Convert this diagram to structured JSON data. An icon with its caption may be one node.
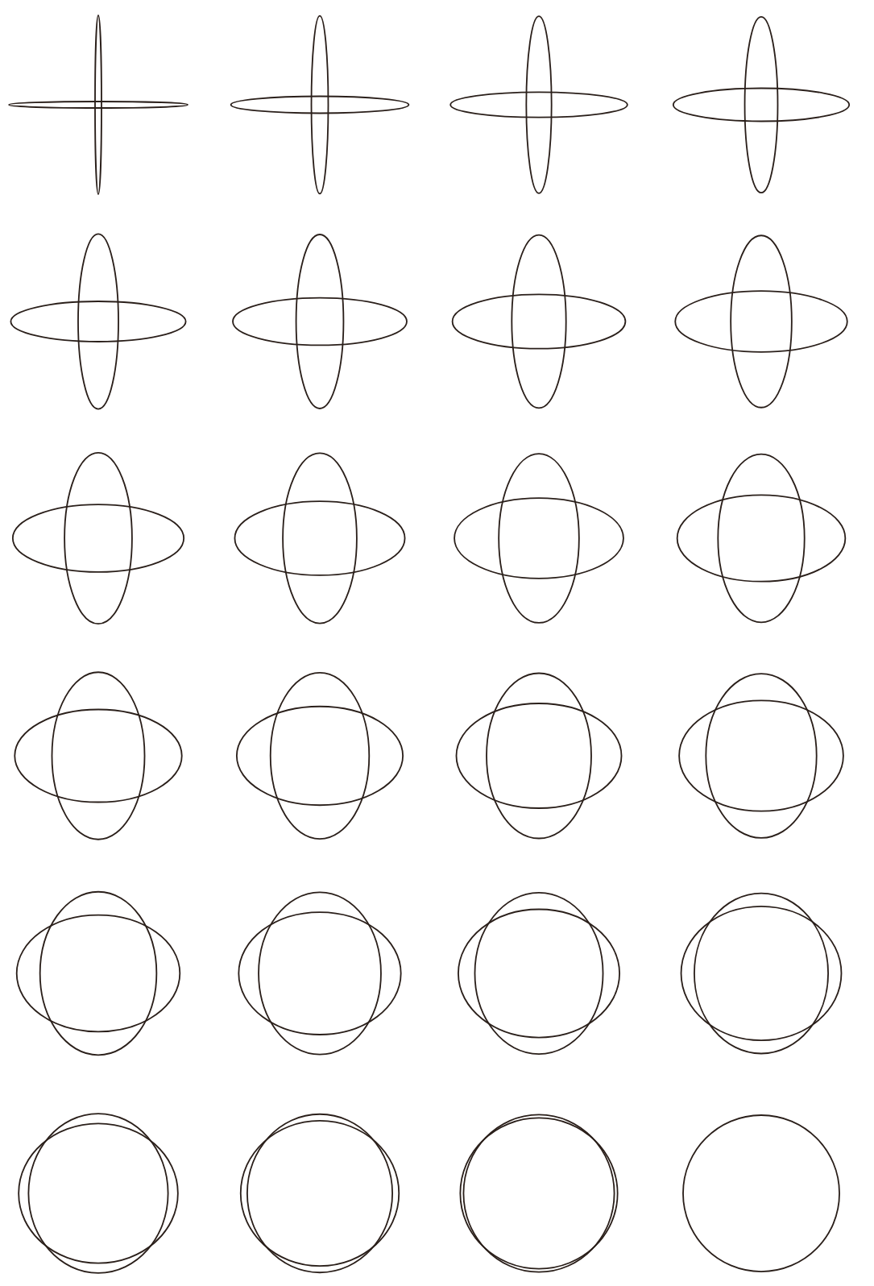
{
  "diagram": {
    "nodes": [
      {
        "text": [],
        "shape": "ellipse"
      },
      {
        "text": [],
        "shape": "ellipse"
      },
      {
        "text": [],
        "shape": "ellipse"
      },
      {
        "text": [],
        "shape": "ellipse"
      },
      {
        "text": [],
        "shape": "ellipse"
      },
      {
        "text": [],
        "shape": "ellipse"
      },
      {
        "text": [],
        "shape": "ellipse"
      },
      {
        "text": [],
        "shape": "ellipse"
      },
      {
        "text": [],
        "shape": "ellipse"
      },
      {
        "text": [],
        "shape": "ellipse"
      },
      {
        "text": [],
        "shape": "ellipse"
      },
      {
        "text": [],
        "shape": "ellipse"
      },
      {
        "text": [],
        "shape": "ellipse"
      },
      {
        "text": [],
        "shape": "ellipse"
      },
      {
        "text": [],
        "shape": "ellipse"
      },
      {
        "text": [],
        "shape": "ellipse"
      },
      {
        "text": [],
        "shape": "ellipse"
      },
      {
        "text": [],
        "shape": "ellipse"
      },
      {
        "text": [],
        "shape": "ellipse"
      },
      {
        "text": [],
        "shape": "ellipse"
      },
      {
        "text": [],
        "shape": "ellipse"
      },
      {
        "text": [],
        "shape": "ellipse"
      },
      {
        "text": [],
        "shape": "ellipse"
      },
      {
        "text": [],
        "shape": "ellipse"
      },
      {
        "text": [],
        "shape": "ellipse"
      },
      {
        "text": [],
        "shape": "ellipse"
      },
      {
        "text": [],
        "shape": "ellipse"
      },
      {
        "text": [],
        "shape": "ellipse"
      },
      {
        "text": [],
        "shape": "ellipse"
      },
      {
        "text": [],
        "shape": "ellipse"
      },
      {
        "text": [],
        "shape": "ellipse"
      },
      {
        "text": [],
        "shape": "ellipse"
      },
      {
        "text": [],
        "shape": "ellipse"
      },
      {
        "text": [],
        "shape": "ellipse"
      },
      {
        "text": [],
        "shape": "ellipse"
      },
      {
        "text": [],
        "shape": "ellipse"
      },
      {
        "text": [],
        "shape": "ellipse"
      },
      {
        "text": [],
        "shape": "ellipse"
      },
      {
        "text": [],
        "shape": "ellipse"
      },
      {
        "text": [],
        "shape": "ellipse"
      },
      {
        "text": [],
        "shape": "ellipse"
      },
      {
        "text": [],
        "shape": "ellipse"
      },
      {
        "text": [],
        "shape": "ellipse"
      },
      {
        "text": [],
        "shape": "ellipse"
      },
      {
        "text": [],
        "shape": "ellipse"
      },
      {
        "text": [],
        "shape": "ellipse"
      },
      {
        "text": [],
        "shape": "circle"
      }
    ]
  }
}
